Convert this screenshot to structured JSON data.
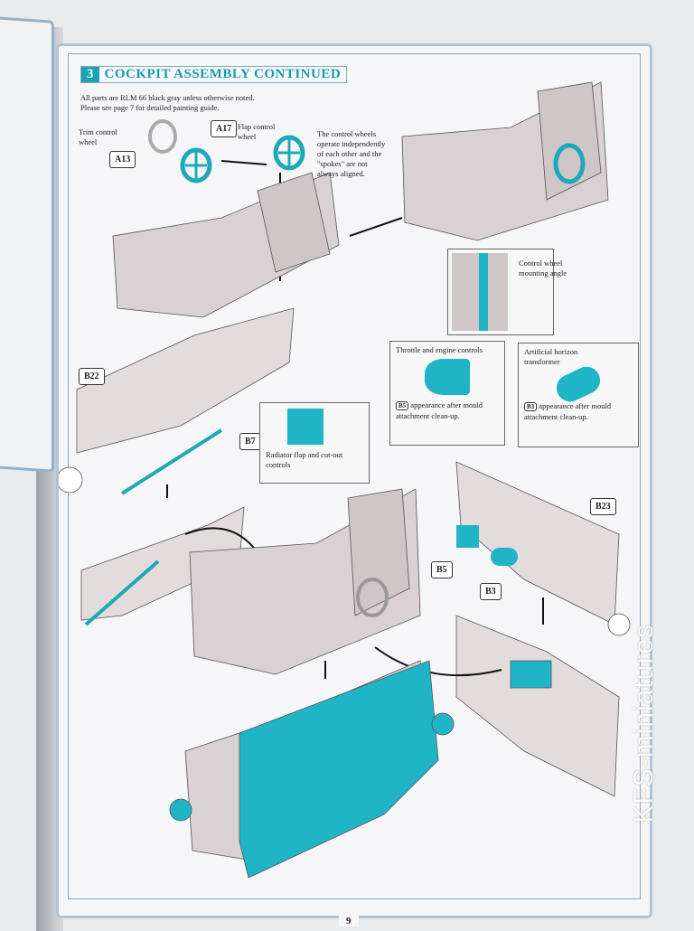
{
  "section": {
    "number": "3",
    "title": "COCKPIT ASSEMBLY CONTINUED"
  },
  "notes": [
    "All parts are RLM 66 black gray unless otherwise noted.",
    "Please see page 7 for detailed painting guide."
  ],
  "parts": {
    "a13": "A13",
    "a17": "A17",
    "b22": "B22",
    "b7": "B7",
    "b5": "B5",
    "b3": "B3",
    "b23": "B23"
  },
  "captions": {
    "trim": "Trim control wheel",
    "flap": "Flap control wheel",
    "wheels": "The control wheels operate independently of each other and the \"spokes\" are not always aligned.",
    "mounting": "Control wheel mounting angle",
    "throttle": "Throttle and engine controls",
    "throttle_note": "appearance after mould attachment clean-up.",
    "horizon": "Artificial horizon transformer",
    "horizon_note": "appearance after mould attachment clean-up.",
    "radiator": "Radiator flap and cut-out controls"
  },
  "page_number": "9",
  "watermark": "KFS-miniatures",
  "colors": {
    "accent": "#1aa3b3",
    "part": "#d8d0d2",
    "highlight": "#1fb5c7"
  }
}
